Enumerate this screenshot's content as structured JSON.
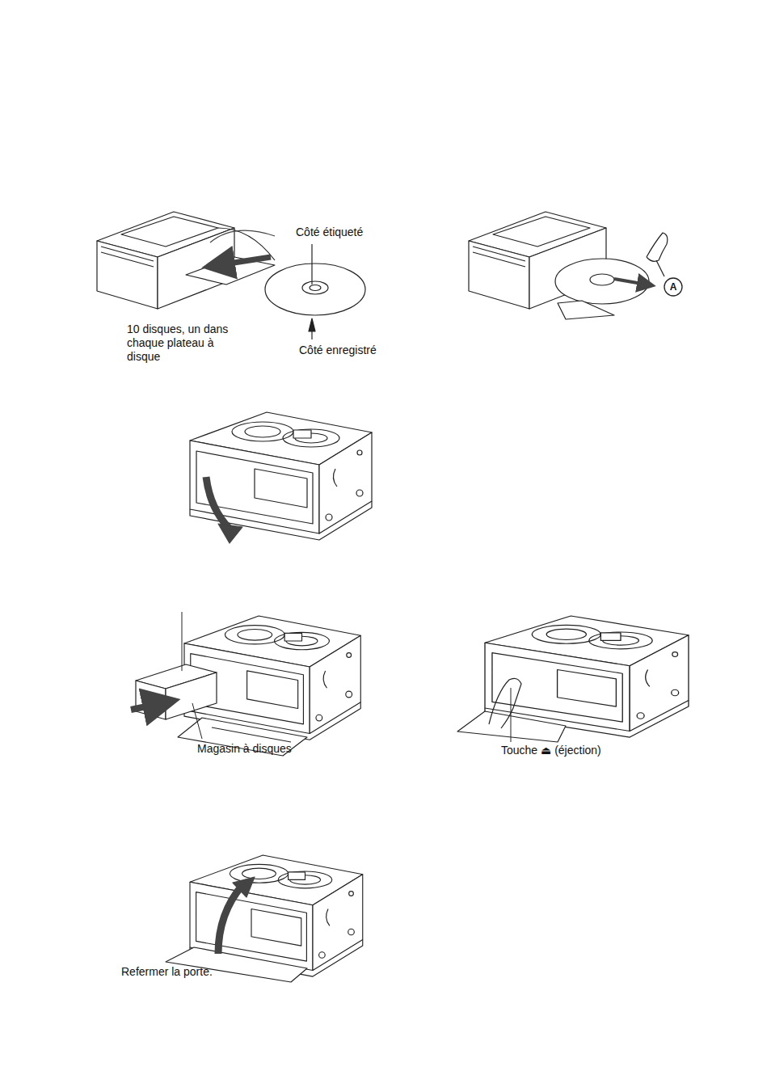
{
  "diagram": {
    "nodes": [
      {
        "text": [
          "A"
        ]
      }
    ],
    "labels": [
      "Côté étiqueté",
      "10 disques, un dans chaque plateau à disque",
      "Côté enregistré",
      "Magasin à disques",
      "Touche ⏏ (éjection)",
      "Refermer la porte."
    ]
  }
}
